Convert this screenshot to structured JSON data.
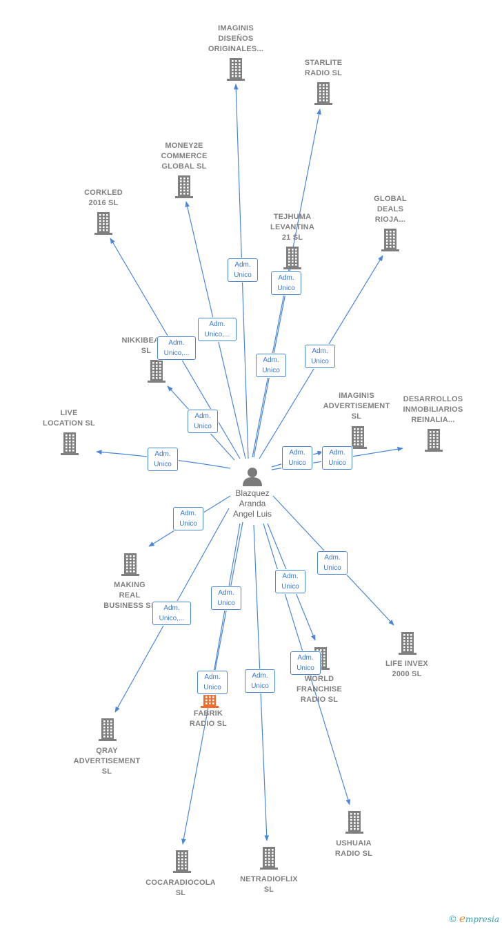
{
  "colors": {
    "edge": "#4a86d8",
    "building": "#7f7f7f",
    "highlight_building": "#f26c2e",
    "person": "#7a7a7a",
    "label_text": "#3a77cf"
  },
  "center": {
    "name": "Blazquez\nAranda\nAngel Luis",
    "icon": "person-icon"
  },
  "nodes": [
    {
      "id": "imaginis-disenos",
      "label": "IMAGINIS\nDISEÑOS\nORIGINALES...",
      "icon": "building-icon"
    },
    {
      "id": "starlite-radio",
      "label": "STARLITE\nRADIO  SL",
      "icon": "building-icon"
    },
    {
      "id": "money2e",
      "label": "MONEY2E\nCOMMERCE\nGLOBAL  SL",
      "icon": "building-icon"
    },
    {
      "id": "corkled",
      "label": "CORKLED\n2016  SL",
      "icon": "building-icon"
    },
    {
      "id": "tejhuma",
      "label": "TEJHUMA\nLEVANTINA\n21  SL",
      "icon": "building-icon"
    },
    {
      "id": "global-deals",
      "label": "GLOBAL\nDEALS\nRIOJA...",
      "icon": "building-icon"
    },
    {
      "id": "nikkibeach",
      "label": "NIKKIBEACH\nSL",
      "icon": "building-icon"
    },
    {
      "id": "live-location",
      "label": "LIVE\nLOCATION  SL",
      "icon": "building-icon"
    },
    {
      "id": "imaginis-advertisement",
      "label": "IMAGINIS\nADVERTISEMENT\nSL",
      "icon": "building-icon"
    },
    {
      "id": "desarrollos",
      "label": "DESARROLLOS\nINMOBILIARIOS\nREINALIA...",
      "icon": "building-icon"
    },
    {
      "id": "making-real",
      "label": "MAKING\nREAL\nBUSINESS  SL",
      "icon": "building-icon"
    },
    {
      "id": "life-invex",
      "label": "LIFE INVEX\n2000  SL",
      "icon": "building-icon"
    },
    {
      "id": "world-franchise",
      "label": "WORLD\nFRANCHISE\nRADIO  SL",
      "icon": "building-icon"
    },
    {
      "id": "fabrik-radio",
      "label": "FABRIK\nRADIO  SL",
      "icon": "building-icon",
      "highlight": true
    },
    {
      "id": "qray",
      "label": "QRAY\nADVERTISEMENT\nSL",
      "icon": "building-icon"
    },
    {
      "id": "ushuaia",
      "label": "USHUAIA\nRADIO  SL",
      "icon": "building-icon"
    },
    {
      "id": "cocaradiocola",
      "label": "COCARADIOCOLA\nSL",
      "icon": "building-icon"
    },
    {
      "id": "netradioflix",
      "label": "NETRADIOFLIX\nSL",
      "icon": "building-icon"
    }
  ],
  "edge_labels": {
    "imaginis-disenos": [
      "Adm.",
      "Unico"
    ],
    "starlite-radio": [
      "Adm.",
      "Unico"
    ],
    "money2e": [
      "Adm.",
      "Unico,..."
    ],
    "corkled": [
      "Adm.",
      "Unico,..."
    ],
    "tejhuma": [
      "Adm.",
      "Unico"
    ],
    "global-deals": [
      "Adm.",
      "Unico"
    ],
    "nikkibeach": [
      "Adm.",
      "Unico"
    ],
    "live-location": [
      "Adm.",
      "Unico"
    ],
    "imaginis-advertisement": [
      "Adm.",
      "Unico"
    ],
    "desarrollos": [
      "Adm.",
      "Unico"
    ],
    "making-real": [
      "Adm.",
      "Unico"
    ],
    "life-invex": [
      "Adm.",
      "Unico"
    ],
    "world-franchise": [
      "Adm.",
      "Unico"
    ],
    "fabrik-radio": [
      "Adm.",
      "Unico"
    ],
    "qray": [
      "Adm.",
      "Unico,..."
    ],
    "ushuaia": [
      "Adm.",
      "Unico"
    ],
    "cocaradiocola": [
      "Adm.",
      "Unico"
    ],
    "netradioflix": [
      "Adm.",
      "Unico"
    ]
  },
  "footer": {
    "copyright": "©",
    "brand_initial": "e",
    "brand_rest": "mpresia"
  }
}
